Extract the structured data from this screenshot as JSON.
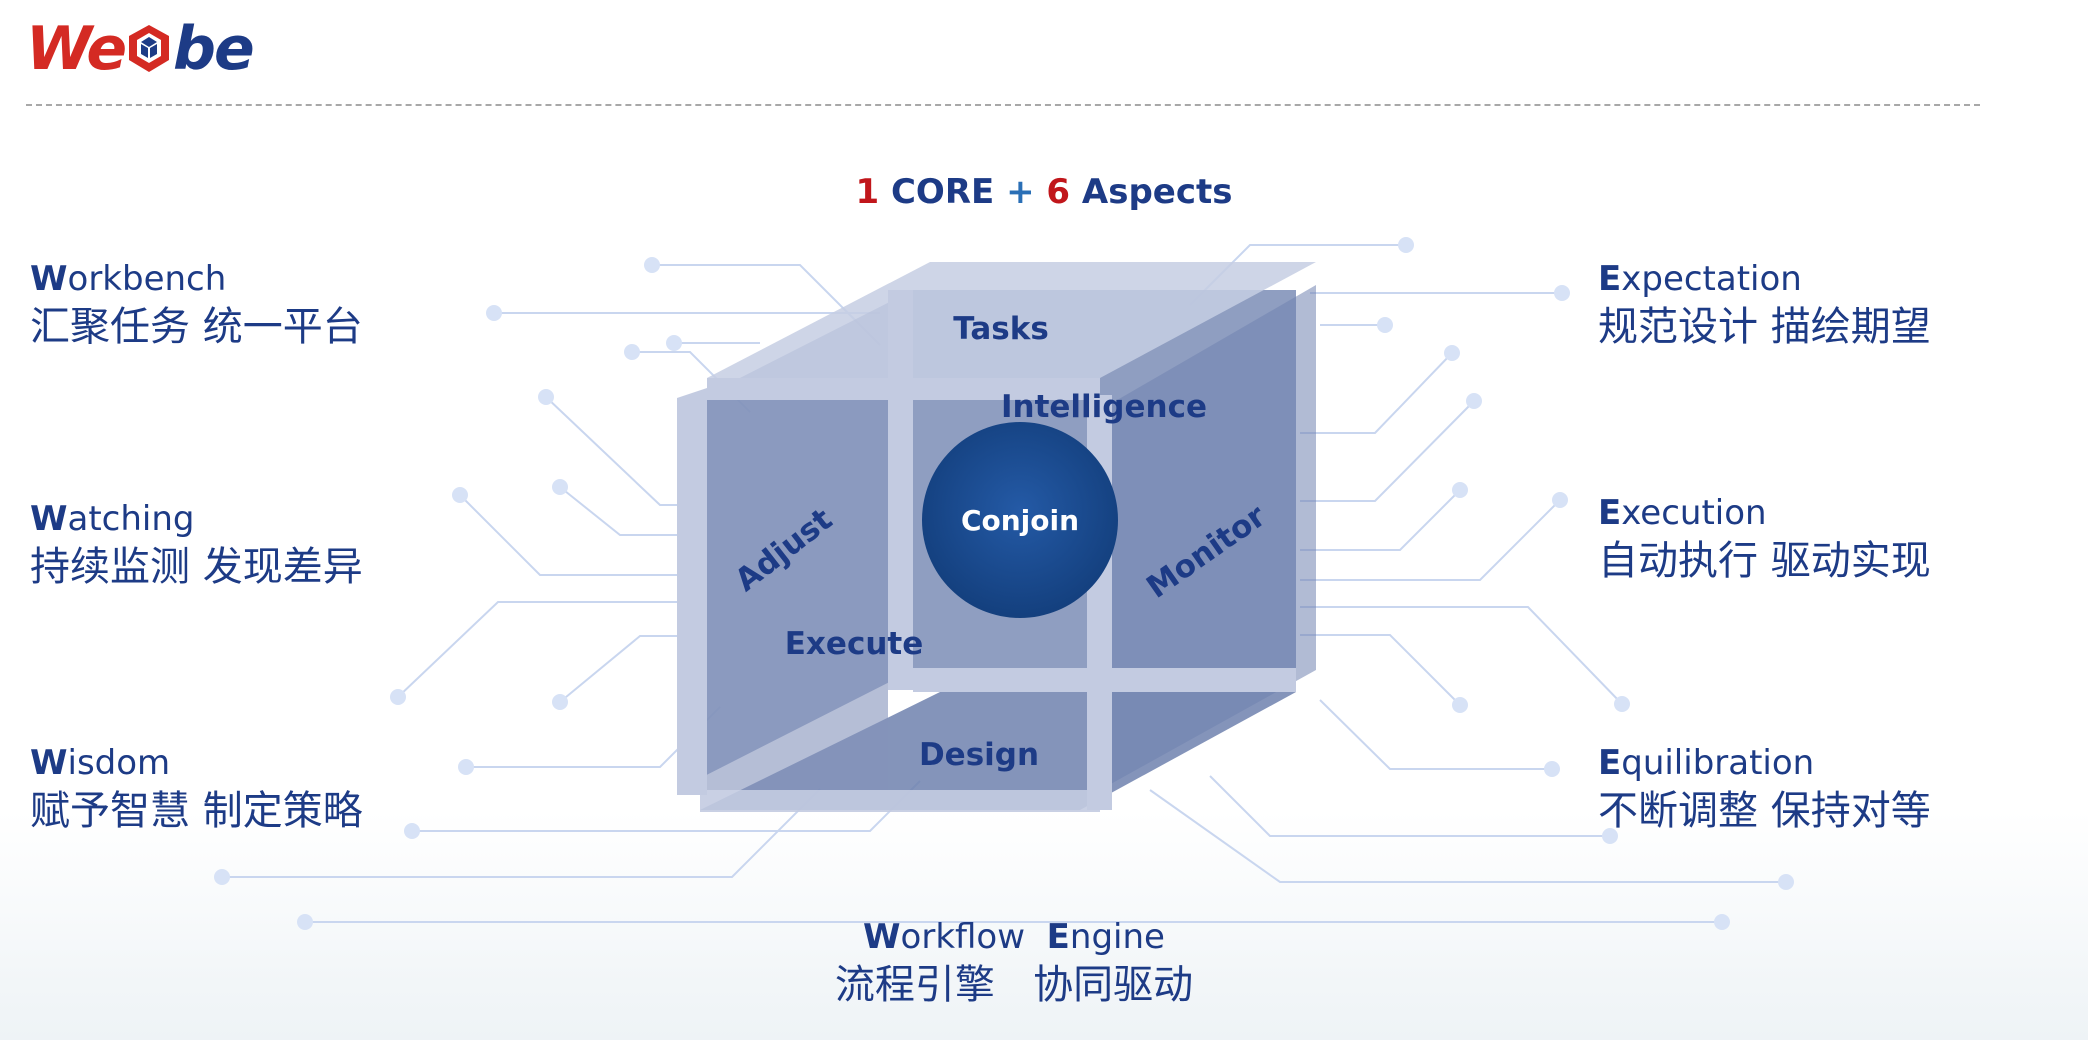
{
  "logo": {
    "prefix": "We",
    "suffix": "be",
    "cube_icon": "cube-icon"
  },
  "headline": {
    "num1": "1",
    "core": " CORE ",
    "plus": "+",
    "num2": " 6",
    "aspects": " Aspects"
  },
  "cube": {
    "core": "Conjoin",
    "faces": {
      "top": "Tasks",
      "inner_top": "Intelligence",
      "left": "Adjust",
      "right": "Monitor",
      "inner_left": "Execute",
      "bottom": "Design"
    }
  },
  "aspects": {
    "workbench": {
      "initial": "W",
      "rest": "orkbench",
      "cn": "汇聚任务  统一平台"
    },
    "watching": {
      "initial": "W",
      "rest": "atching",
      "cn": "持续监测  发现差异"
    },
    "wisdom": {
      "initial": "W",
      "rest": "isdom",
      "cn": "赋予智慧  制定策略"
    },
    "expectation": {
      "initial": "E",
      "rest": "xpectation",
      "cn": "规范设计  描绘期望"
    },
    "execution": {
      "initial": "E",
      "rest": "xecution",
      "cn": "自动执行  驱动实现"
    },
    "equilibration": {
      "initial": "E",
      "rest": "quilibration",
      "cn": "不断调整  保持对等"
    },
    "workflow": {
      "initial1": "W",
      "rest1": "orkflow  ",
      "initial2": "E",
      "rest2": "ngine",
      "cn": "流程引擎   协同驱动"
    }
  },
  "colors": {
    "navy": "#1d3b86",
    "red": "#c1161b",
    "face": "#7183b0",
    "frame": "#c3cbe1",
    "line": "#c9d6ef"
  }
}
